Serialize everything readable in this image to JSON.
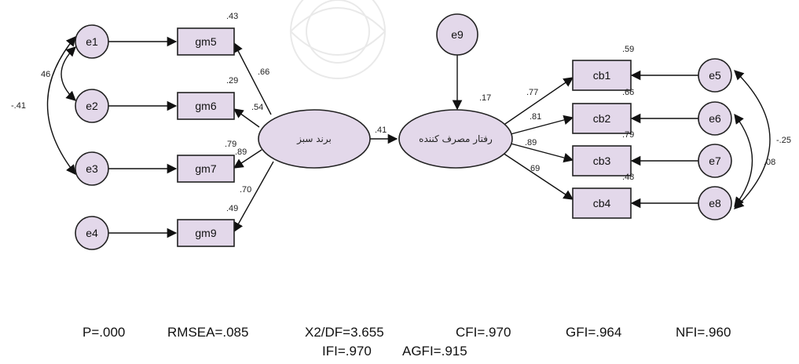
{
  "latents": {
    "green_brand": "برند سبز",
    "consumer_behavior": "رفتار مصرف کننده"
  },
  "indicators": {
    "gm5": "gm5",
    "gm6": "gm6",
    "gm7": "gm7",
    "gm9": "gm9",
    "cb1": "cb1",
    "cb2": "cb2",
    "cb3": "cb3",
    "cb4": "cb4"
  },
  "errors": {
    "e1": "e1",
    "e2": "e2",
    "e3": "e3",
    "e4": "e4",
    "e5": "e5",
    "e6": "e6",
    "e7": "e7",
    "e8": "e8",
    "e9": "e9"
  },
  "r_squared": {
    "gm5": ".43",
    "gm6": ".29",
    "gm7": ".79",
    "gm9": ".49",
    "cb1": ".59",
    "cb2": ".66",
    "cb3": ".79",
    "cb4": ".48",
    "consumer_behavior": ".17"
  },
  "loadings": {
    "gm5": ".66",
    "gm6": ".54",
    "gm7": ".89",
    "gm9": ".70",
    "cb1": ".77",
    "cb2": ".81",
    "cb3": ".89",
    "cb4": ".69"
  },
  "path": {
    "brand_to_behavior": ".41"
  },
  "covariances": {
    "e1_e2": "46",
    "e1_e3": "-.41",
    "e5_e8": "-.25",
    "e6_e8": ".08"
  },
  "fit_indices": {
    "p": "P=.000",
    "rmsea": "RMSEA=.085",
    "x2df": "X2/DF=3.655",
    "cfi": "CFI=.970",
    "gfi": "GFI=.964",
    "nfi": "NFI=.960",
    "ifi": "IFI=.970",
    "agfi": "AGFI=.915"
  },
  "colors": {
    "node_fill": "#e3d8ea",
    "stroke": "#222222"
  }
}
